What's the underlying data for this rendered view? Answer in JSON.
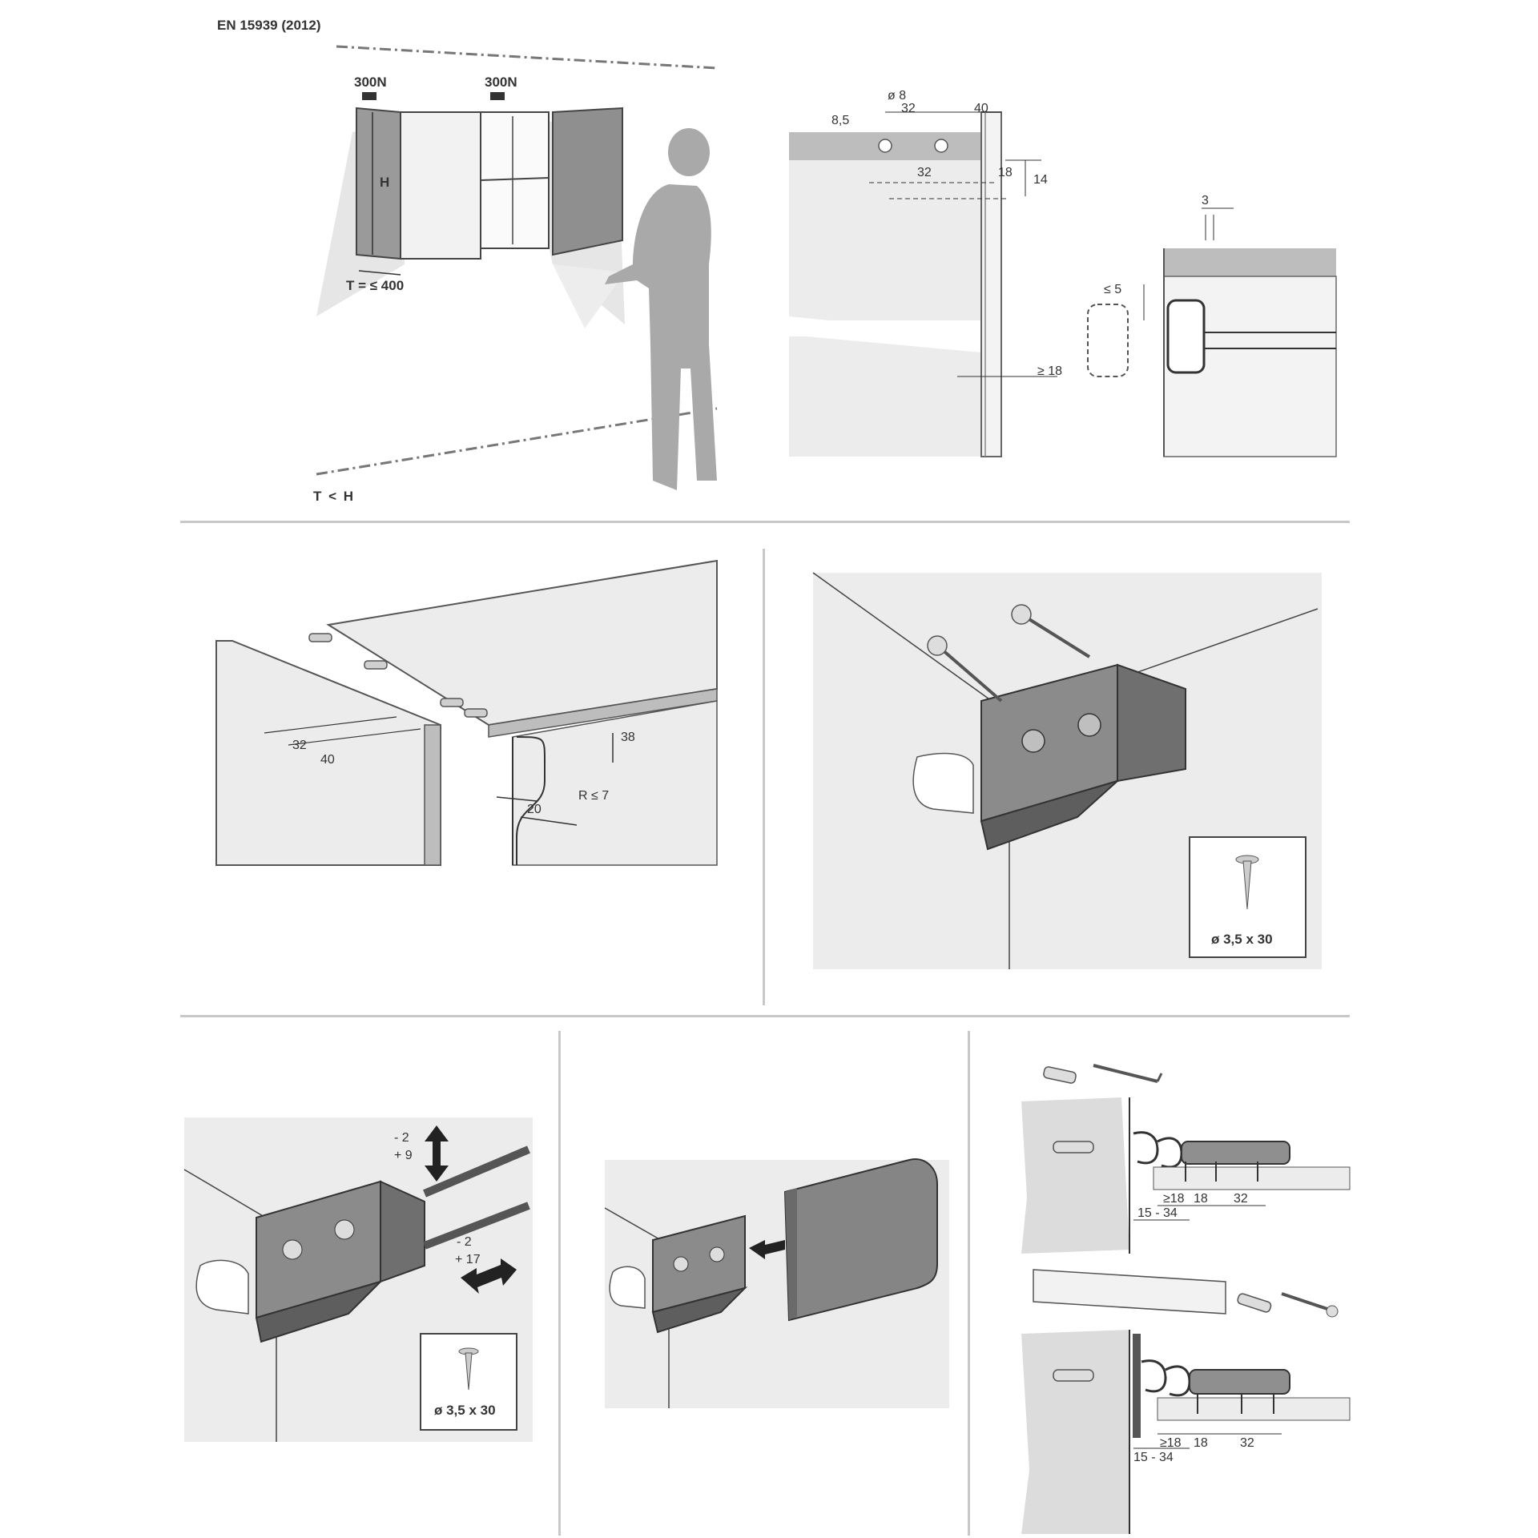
{
  "header": {
    "standard": "EN 15939 (2012)",
    "load_left": "300N",
    "load_right": "300N",
    "height_label": "H",
    "depth_label": "T = ≤ 400",
    "ratio_label": "T <  H"
  },
  "drilling": {
    "diameter": "ø 8",
    "spacing_top": "32",
    "offset_top": "40",
    "edge_offset": "8,5",
    "spacing_bottom": "32",
    "panel_thickness": "18",
    "height_14": "14",
    "min_panel": "≥ 18"
  },
  "rail": {
    "gap": "3",
    "max_offset": "≤ 5"
  },
  "top_panel": {
    "spacing": "32",
    "offset": "40",
    "depth": "38",
    "width": "20",
    "radius": "R  ≤  7"
  },
  "screw_spec": {
    "label_a": "ø 3,5 x 30",
    "label_b": "ø 3,5 x 30"
  },
  "adjust": {
    "vertical_minus": "- 2",
    "vertical_plus": "+ 9",
    "depth_minus": "- 2",
    "depth_plus": "+ 17"
  },
  "mounting": {
    "top_min": "≥18",
    "top_18": "18",
    "top_32": "32",
    "top_range": "15 - 34",
    "bot_min": "≥18",
    "bot_18": "18",
    "bot_32": "32",
    "bot_range": "15 - 34"
  }
}
